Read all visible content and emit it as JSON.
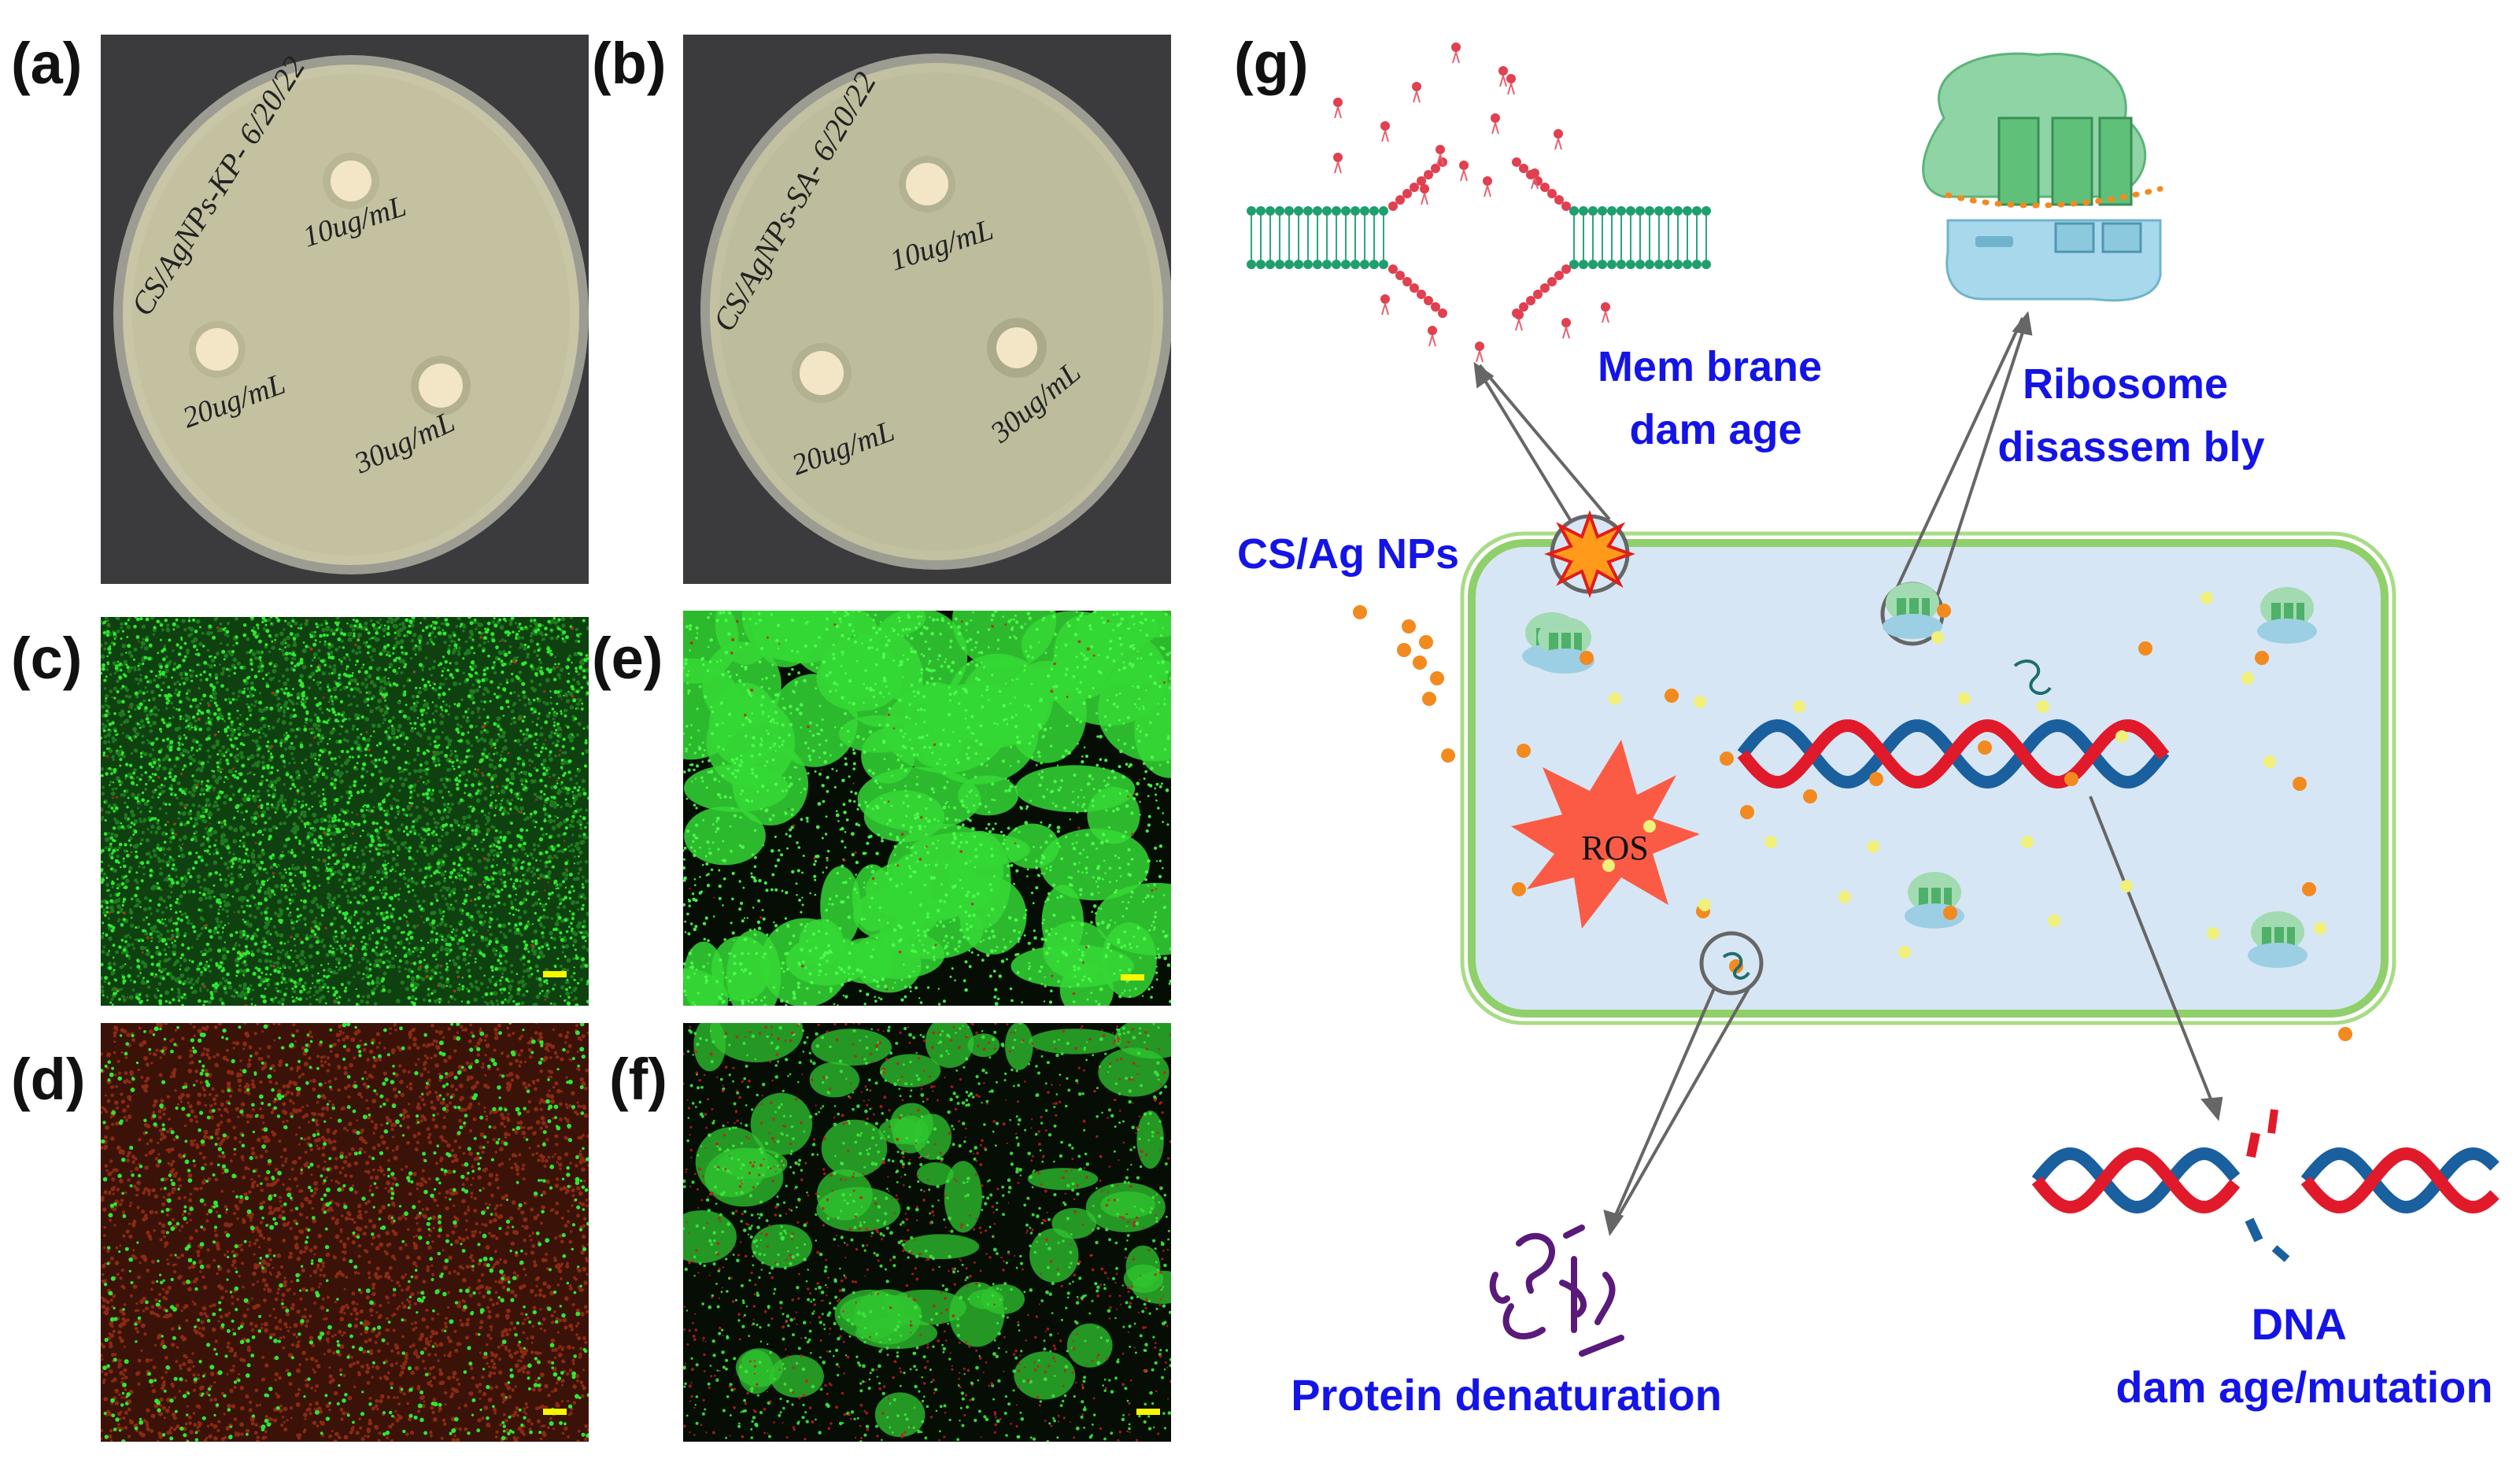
{
  "panels": {
    "a": {
      "label": "(a)",
      "plate_header": "CS/AgNPs-KP- 6/20/22",
      "disk_labels": [
        "10ug/mL",
        "20ug/mL",
        "30ug/mL"
      ]
    },
    "b": {
      "label": "(b)",
      "plate_header": "CS/AgNPs-SA- 6/20/22",
      "disk_labels": [
        "10ug/mL",
        "20ug/mL",
        "30ug/mL"
      ]
    },
    "c": {
      "label": "(c)"
    },
    "d": {
      "label": "(d)"
    },
    "e": {
      "label": "(e)"
    },
    "f": {
      "label": "(f)"
    },
    "g": {
      "label": "(g)"
    }
  },
  "diagram": {
    "nanoparticles_label": "CS/Ag NPs",
    "ros_label": "ROS",
    "membrane_damage": [
      "Mem brane",
      "dam age"
    ],
    "ribosome_disassembly": [
      "Ribosome",
      "disassem bly"
    ],
    "protein_denaturation": "Protein denaturation",
    "dna_damage": [
      "DNA",
      "dam age/mutation"
    ]
  },
  "colors": {
    "label_blue": "#1414e6",
    "nanoparticle_orange": "#f28a1f",
    "ion_yellow": "#f0f07a",
    "cell_fill": "#dbe9f6",
    "cell_wall": "#8fd06a",
    "dna_red": "#e01a2a",
    "dna_blue": "#1a5f9e",
    "ros_red": "#fb5b45",
    "live_green": "#2ee82e",
    "dead_red": "#c21e1e",
    "agar": "#c5c3a3",
    "scale_bar": "#f7f700"
  }
}
